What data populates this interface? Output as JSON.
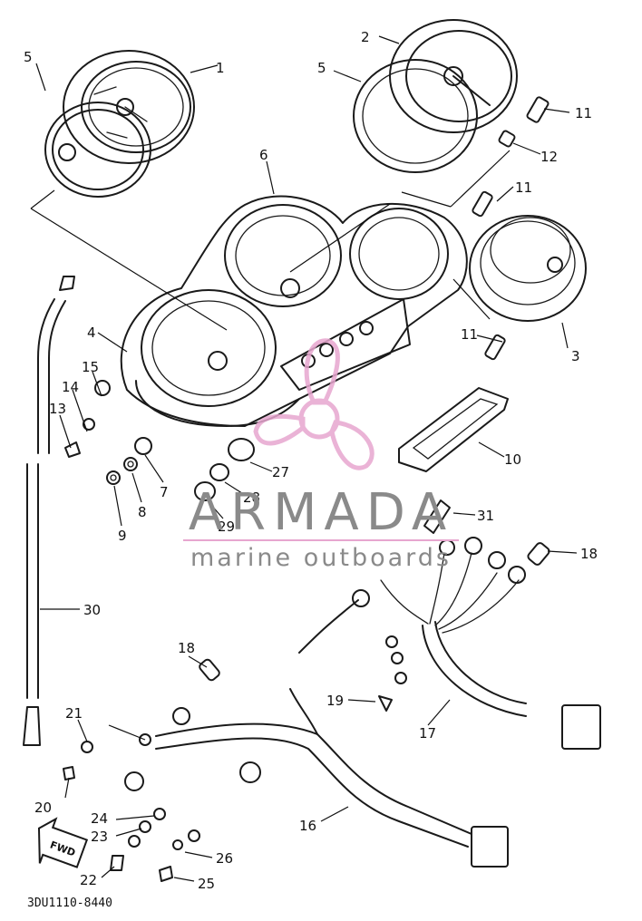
{
  "diagram": {
    "code": "3DU1110-8440",
    "fwd_label": "FWD",
    "parts": [
      {
        "id": "1"
      },
      {
        "id": "2"
      },
      {
        "id": "3"
      },
      {
        "id": "4"
      },
      {
        "id": "5a",
        "label": "5"
      },
      {
        "id": "5b",
        "label": "5"
      },
      {
        "id": "6"
      },
      {
        "id": "7"
      },
      {
        "id": "8"
      },
      {
        "id": "9"
      },
      {
        "id": "10"
      },
      {
        "id": "11a",
        "label": "11"
      },
      {
        "id": "11b",
        "label": "11"
      },
      {
        "id": "11c",
        "label": "11"
      },
      {
        "id": "12"
      },
      {
        "id": "13"
      },
      {
        "id": "14"
      },
      {
        "id": "15"
      },
      {
        "id": "16"
      },
      {
        "id": "17"
      },
      {
        "id": "18a",
        "label": "18"
      },
      {
        "id": "18b",
        "label": "18"
      },
      {
        "id": "19"
      },
      {
        "id": "20"
      },
      {
        "id": "21"
      },
      {
        "id": "22"
      },
      {
        "id": "23"
      },
      {
        "id": "24"
      },
      {
        "id": "25"
      },
      {
        "id": "26"
      },
      {
        "id": "27"
      },
      {
        "id": "28"
      },
      {
        "id": "29"
      },
      {
        "id": "30"
      },
      {
        "id": "31"
      }
    ]
  },
  "watermark": {
    "brand": "ARMADA",
    "tagline": "marine outboards",
    "brand_color": "#8a8a8a",
    "logo_color": "#e7a6cf",
    "logo_icon": "propeller-logo-icon"
  }
}
